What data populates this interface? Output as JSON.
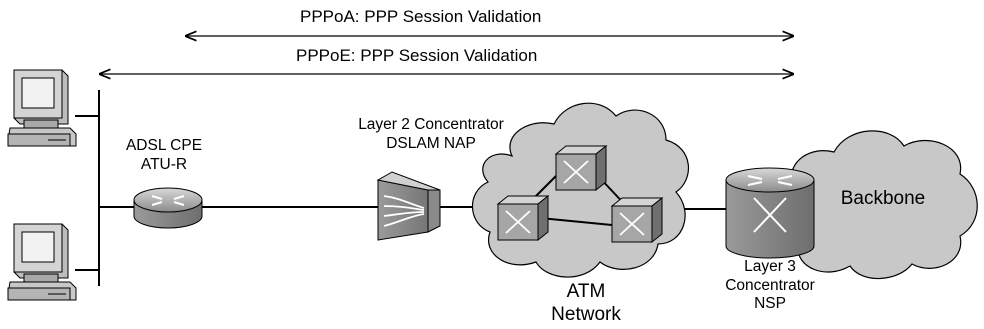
{
  "sessions": {
    "pppoa": "PPPoA: PPP Session Validation",
    "pppoe": "PPPoE: PPP Session Validation"
  },
  "devices": {
    "cpe_line1": "ADSL CPE",
    "cpe_line2": "ATU-R",
    "dslam_line1": "Layer 2 Concentrator",
    "dslam_line2": "DSLAM NAP",
    "atm_line1": "ATM",
    "atm_line2": "Network",
    "l3_line1": "Layer 3",
    "l3_line2": "Concentrator",
    "l3_line3": "NSP",
    "backbone": "Backbone"
  },
  "colors": {
    "line": "#000000",
    "cloud_fill": "#c8c8c8",
    "device_fill": "#a9a9a9"
  }
}
